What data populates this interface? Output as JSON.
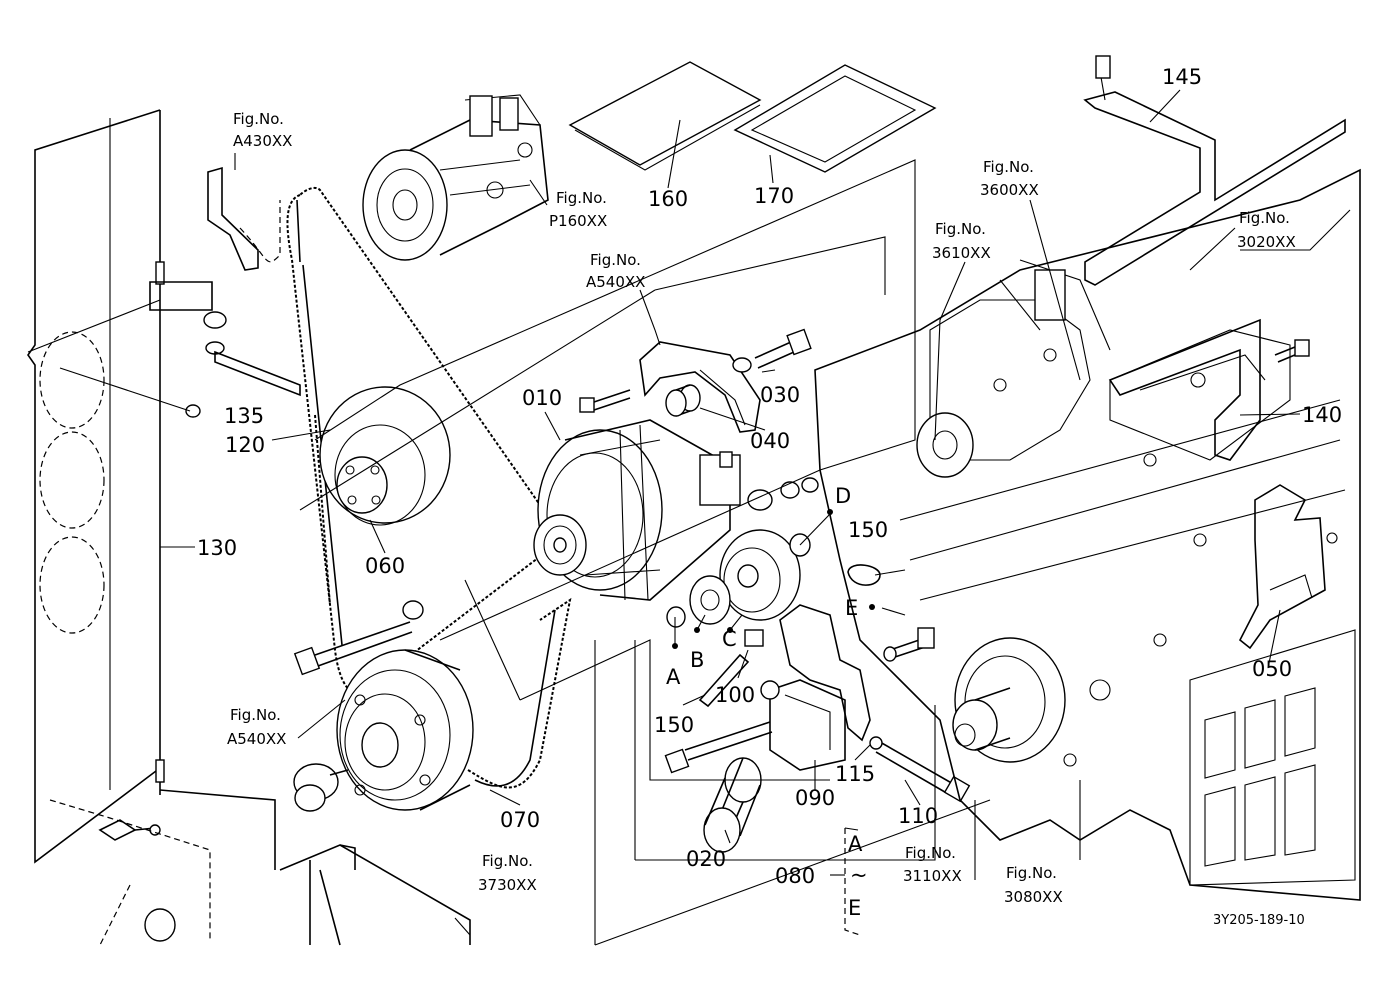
{
  "figure_ref": "3Y205-189-10",
  "fig_label": "Fig.No.",
  "fig_refs": {
    "a430": "A430XX",
    "p160": "P160XX",
    "a540_top": "A540XX",
    "a540_bottom": "A540XX",
    "f3600": "3600XX",
    "f3610": "3610XX",
    "f3020": "3020XX",
    "f3730": "3730XX",
    "f3110": "3110XX",
    "f3080": "3080XX"
  },
  "parts": {
    "p010": "010",
    "p020": "020",
    "p030": "030",
    "p040": "040",
    "p050": "050",
    "p060": "060",
    "p070": "070",
    "p080": "080",
    "p090": "090",
    "p100": "100",
    "p110": "110",
    "p115": "115",
    "p120": "120",
    "p130": "130",
    "p135": "135",
    "p140": "140",
    "p145": "145",
    "p150a": "150",
    "p150b": "150",
    "p160": "160",
    "p170": "170"
  },
  "markers": {
    "a": "A",
    "b": "B",
    "c": "C",
    "d": "D",
    "e": "E"
  },
  "range": {
    "start": "A",
    "sep": "~",
    "end": "E"
  }
}
